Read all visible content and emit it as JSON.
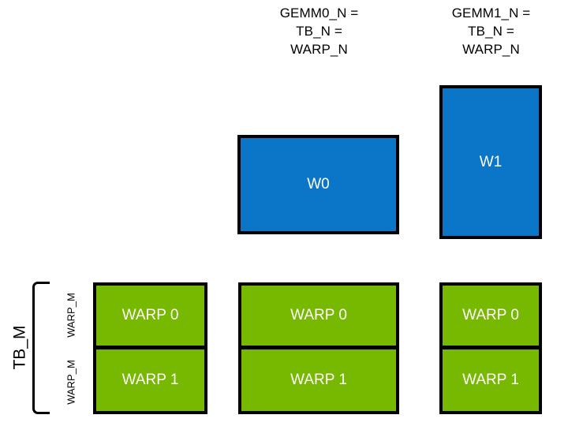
{
  "diagram": {
    "title_columns": [
      {
        "id": "gemm0",
        "text": "GEMM0_N =\nTB_N =\nWARP_N"
      },
      {
        "id": "gemm1",
        "text": "GEMM1_N =\nTB_N =\nWARP_N"
      }
    ],
    "blue_boxes": [
      {
        "id": "w0",
        "label": "W0"
      },
      {
        "id": "w1",
        "label": "W1"
      }
    ],
    "green_columns": [
      {
        "id": "col0",
        "cells": [
          {
            "label": "WARP 0"
          },
          {
            "label": "WARP 1"
          }
        ]
      },
      {
        "id": "col1",
        "cells": [
          {
            "label": "WARP 0"
          },
          {
            "label": "WARP 1"
          }
        ]
      },
      {
        "id": "col2",
        "cells": [
          {
            "label": "WARP 0"
          },
          {
            "label": "WARP 1"
          }
        ]
      }
    ],
    "axis_labels": {
      "tb_m": "TB_M",
      "warp_m_top": "WARP_M",
      "warp_m_bottom": "WARP_M"
    },
    "colors": {
      "green": "#76B900",
      "blue": "#0B76C8",
      "outline": "#000000",
      "background": "#FFFFFF",
      "box_text": "#FFFFFF"
    }
  }
}
